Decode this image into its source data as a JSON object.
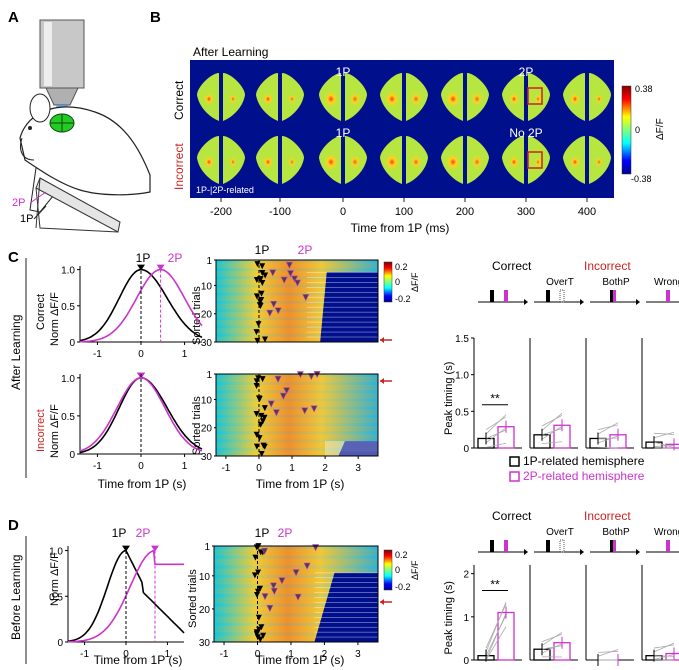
{
  "panels": {
    "a": "A",
    "b": "B",
    "c": "C",
    "d": "D"
  },
  "panel_a": {
    "label_2p": "2P",
    "label_1p": "1P"
  },
  "panel_b": {
    "title": "After Learning",
    "row_correct": "Correct",
    "row_incorrect": "Incorrect",
    "label_1p_top": "1P",
    "label_2p_top": "2P",
    "label_1p_bottom": "1P",
    "label_no2p": "No 2P",
    "note": "1P-|2P-related",
    "xlabel": "Time from 1P (ms)",
    "times": [
      "-200",
      "-100",
      "0",
      "100",
      "200",
      "300",
      "400"
    ],
    "colorbar": {
      "max": "0.38",
      "mid": "0",
      "min": "-0.38",
      "label": "ΔF/F"
    }
  },
  "section_after": "After Learning",
  "section_before": "Before Learning",
  "c_row_correct": "Correct",
  "c_row_incorrect": "Incorrect",
  "norm_label": "Norm ΔF/F",
  "sorted_label": "Sorted trials",
  "time_label": "Time from 1P (s)",
  "marker_1p": "1P",
  "marker_2p": "2P",
  "heat_cbar": {
    "max": "0.2",
    "mid": "0",
    "min": "-0.2",
    "label": "ΔF/F"
  },
  "trace_yticks": [
    "0",
    "0.5",
    "1.0"
  ],
  "trace_xticks": [
    "-1",
    "0",
    "1"
  ],
  "heat_xticks": [
    "-1",
    "0",
    "1",
    "2",
    "3"
  ],
  "heat_yticks": [
    "1",
    "10",
    "20",
    "30"
  ],
  "cond_correct": "Correct",
  "cond_incorrect": "Incorrect",
  "subconds": [
    "OverT",
    "BothP",
    "WrongP"
  ],
  "peak_label": "Peak timing (s)",
  "sig": "**",
  "c_bar_yticks": [
    "0",
    "0.5",
    "1.0",
    "1.5"
  ],
  "d_bar_yticks": [
    "0",
    "1",
    "2"
  ],
  "legend": {
    "l1": "1P-related hemisphere",
    "l2": "2P-related hemisphere"
  },
  "colors": {
    "black": "#000000",
    "magenta": "#cc33cc",
    "red": "#cc2222",
    "navy": "#000f8c"
  },
  "chart_data": [
    {
      "type": "line",
      "id": "C-correct-trace",
      "x_range": [
        -1.4,
        1.4
      ],
      "ylim": [
        0,
        1.05
      ],
      "series": [
        {
          "color": "black",
          "peak_x": 0.0
        },
        {
          "color": "magenta",
          "peak_x": 0.45
        }
      ]
    },
    {
      "type": "line",
      "id": "C-incorrect-trace",
      "x_range": [
        -1.4,
        1.4
      ],
      "ylim": [
        0,
        1.05
      ],
      "series": [
        {
          "color": "black",
          "peak_x": 0.0
        },
        {
          "color": "magenta",
          "peak_x": 0.0
        }
      ]
    },
    {
      "type": "line",
      "id": "D-trace",
      "x_range": [
        -1.4,
        1.4
      ],
      "ylim": [
        0,
        1.05
      ],
      "series": [
        {
          "color": "black",
          "peak_x": 0.0
        },
        {
          "color": "magenta",
          "peak_x": 0.7
        }
      ]
    },
    {
      "type": "bar",
      "id": "C-peak",
      "ylim": [
        0,
        1.5
      ],
      "ylabel": "Peak timing (s)",
      "categories": [
        "Correct",
        "OverT",
        "BothP",
        "WrongP"
      ],
      "series": [
        {
          "name": "1P-related hemisphere",
          "values": [
            0.13,
            0.18,
            0.13,
            0.08
          ]
        },
        {
          "name": "2P-related hemisphere",
          "values": [
            0.29,
            0.31,
            0.18,
            0.05
          ]
        }
      ]
    },
    {
      "type": "bar",
      "id": "D-peak",
      "ylim": [
        0,
        2.2
      ],
      "ylabel": "Peak timing (s)",
      "categories": [
        "Correct",
        "OverT",
        "BothP",
        "WrongP"
      ],
      "series": [
        {
          "name": "1P-related hemisphere",
          "values": [
            0.1,
            0.25,
            0.0,
            0.1
          ]
        },
        {
          "name": "2P-related hemisphere",
          "values": [
            1.1,
            0.4,
            0.0,
            0.15
          ]
        }
      ]
    }
  ]
}
